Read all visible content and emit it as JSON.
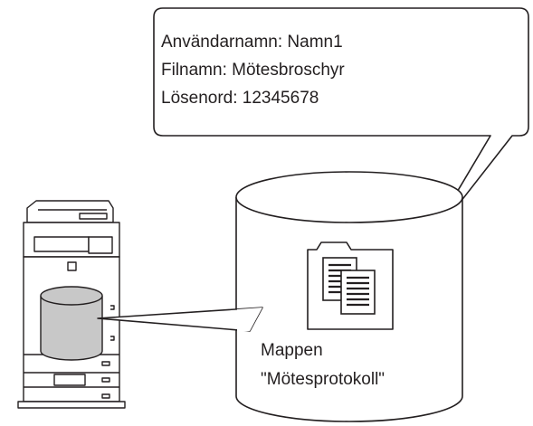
{
  "callout": {
    "lines": [
      "Användarnamn: Namn1",
      "Filnamn: Mötesbroschyr",
      "Lösenord: 12345678"
    ]
  },
  "folder": {
    "label_line1": "Mappen",
    "label_line2": "\"Mötesprotokoll\""
  },
  "colors": {
    "stroke": "#231f20",
    "storage_fill": "#c8c8c8",
    "background": "#ffffff"
  },
  "icons": [
    "printer-icon",
    "storage-drum-icon",
    "folder-icon",
    "documents-icon"
  ]
}
